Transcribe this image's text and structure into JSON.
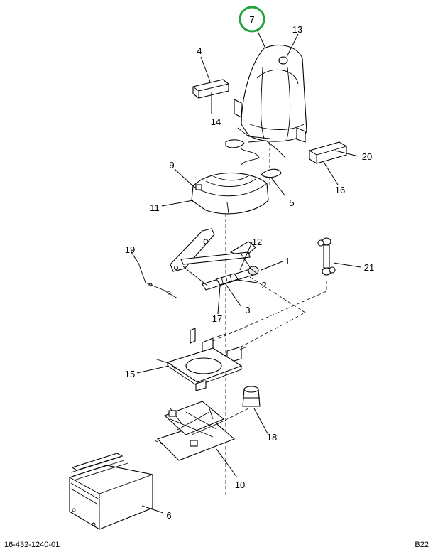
{
  "document_number": "16-432-1240-01",
  "page_code": "B22",
  "highlight_color": "#22a33a",
  "highlighted_callout": "7",
  "callouts": {
    "c1": "1",
    "c2": "2",
    "c3": "3",
    "c4": "4",
    "c5": "5",
    "c6": "6",
    "c7": "7",
    "c9": "9",
    "c10": "10",
    "c11": "11",
    "c12": "12",
    "c13": "13",
    "c14": "14",
    "c15": "15",
    "c16": "16",
    "c17": "17",
    "c18": "18",
    "c19": "19",
    "c20": "20",
    "c21": "21"
  }
}
